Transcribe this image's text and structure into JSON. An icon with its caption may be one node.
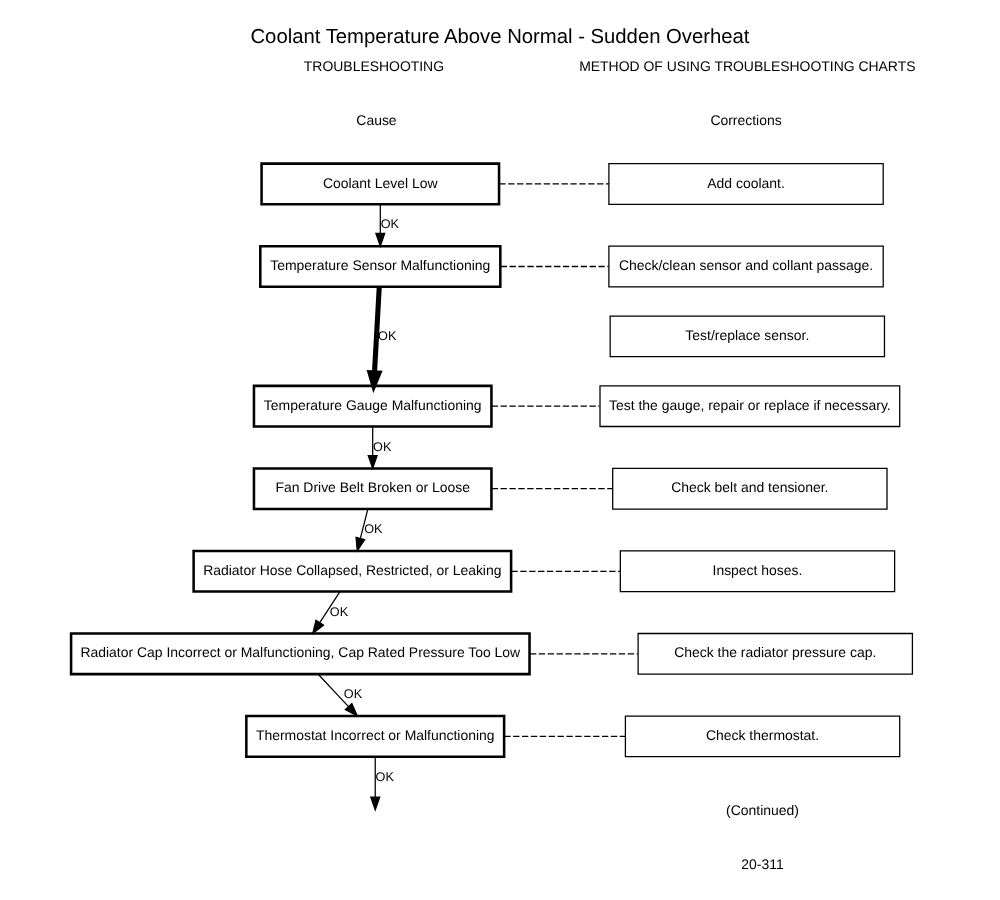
{
  "diagram": {
    "title": "Coolant Temperature Above Normal - Sudden Overheat",
    "nodes": [
      {
        "text": [
          "Coolant Level Low"
        ]
      },
      {
        "text": [
          "Add coolant."
        ]
      },
      {
        "text": [
          "Temperature Sensor Malfunctioning"
        ]
      },
      {
        "text": [
          "Check/clean sensor and collant passage."
        ]
      },
      {
        "text": [
          "Test/replace sensor."
        ]
      },
      {
        "text": [
          "Temperature Gauge Malfunctioning"
        ]
      },
      {
        "text": [
          "Test the gauge, repair or replace if necessary."
        ]
      },
      {
        "text": [
          "Fan Drive Belt Broken or Loose"
        ]
      },
      {
        "text": [
          "Check belt and tensioner."
        ]
      },
      {
        "text": [
          "Radiator Hose Collapsed, Restricted, or Leaking"
        ]
      },
      {
        "text": [
          "Inspect hoses."
        ]
      },
      {
        "text": [
          "Radiator Cap Incorrect or Malfunctioning, Cap Rated Pressure Too Low"
        ]
      },
      {
        "text": [
          "Check the radiator pressure cap."
        ]
      },
      {
        "text": [
          "Thermostat Incorrect or Malfunctioning"
        ]
      },
      {
        "text": [
          "Check thermostat."
        ]
      }
    ],
    "edges": [
      {
        "from": 0,
        "to": 1,
        "arrow": "none",
        "style": "dashed"
      },
      {
        "from": 0,
        "to": 2,
        "arrow": "to",
        "label": "OK"
      },
      {
        "from": 2,
        "to": 3,
        "arrow": "none",
        "style": "dashed"
      },
      {
        "from": 2,
        "to": 5,
        "arrow": "to",
        "label": "OK",
        "style": "thick"
      },
      {
        "from": 5,
        "to": 6,
        "arrow": "none",
        "style": "dashed"
      },
      {
        "from": 5,
        "to": 7,
        "arrow": "to",
        "label": "OK"
      },
      {
        "from": 7,
        "to": 8,
        "arrow": "none",
        "style": "dashed"
      },
      {
        "from": 7,
        "to": 9,
        "arrow": "to",
        "label": "OK"
      },
      {
        "from": 9,
        "to": 10,
        "arrow": "none",
        "style": "dashed"
      },
      {
        "from": 9,
        "to": 11,
        "arrow": "to",
        "label": "OK"
      },
      {
        "from": 11,
        "to": 12,
        "arrow": "none",
        "style": "dashed"
      },
      {
        "from": 11,
        "to": 13,
        "arrow": "to",
        "label": "OK"
      },
      {
        "from": 13,
        "to": 14,
        "arrow": "none",
        "style": "dashed"
      },
      {
        "from": 13,
        "to": null,
        "arrow": "to",
        "label": "OK"
      }
    ],
    "labels": [
      "TROUBLESHOOTING",
      "METHOD OF USING TROUBLESHOOTING CHARTS",
      "Cause",
      "Corrections",
      "(Continued)",
      "20-311"
    ]
  }
}
